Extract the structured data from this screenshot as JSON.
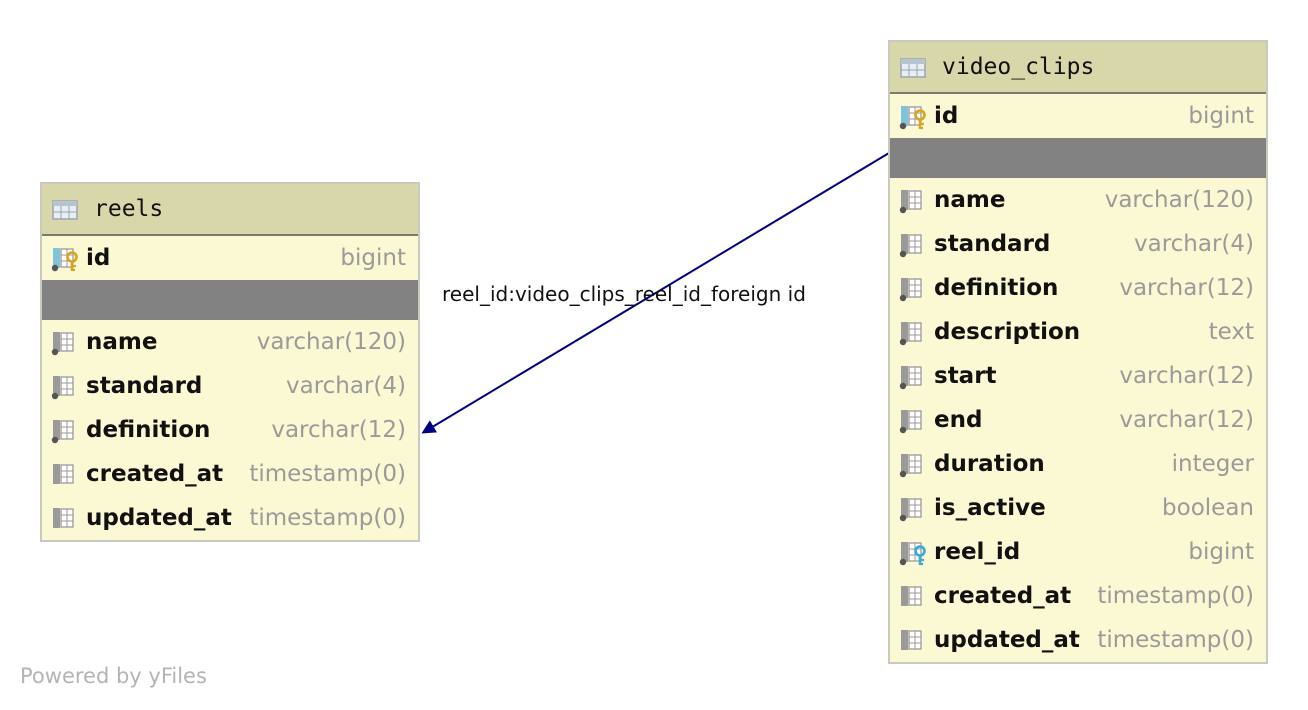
{
  "tables": {
    "reels": {
      "name": "reels",
      "key_columns": [
        {
          "name": "id",
          "type": "bigint",
          "icon": "primary-key-icon"
        }
      ],
      "columns": [
        {
          "name": "name",
          "type": "varchar(120)",
          "icon": "not-null-column-icon"
        },
        {
          "name": "standard",
          "type": "varchar(4)",
          "icon": "not-null-column-icon"
        },
        {
          "name": "definition",
          "type": "varchar(12)",
          "icon": "not-null-column-icon"
        },
        {
          "name": "created_at",
          "type": "timestamp(0)",
          "icon": "column-icon"
        },
        {
          "name": "updated_at",
          "type": "timestamp(0)",
          "icon": "column-icon"
        }
      ]
    },
    "video_clips": {
      "name": "video_clips",
      "key_columns": [
        {
          "name": "id",
          "type": "bigint",
          "icon": "primary-key-icon"
        }
      ],
      "columns": [
        {
          "name": "name",
          "type": "varchar(120)",
          "icon": "not-null-column-icon"
        },
        {
          "name": "standard",
          "type": "varchar(4)",
          "icon": "not-null-column-icon"
        },
        {
          "name": "definition",
          "type": "varchar(12)",
          "icon": "not-null-column-icon"
        },
        {
          "name": "description",
          "type": "text",
          "icon": "not-null-column-icon"
        },
        {
          "name": "start",
          "type": "varchar(12)",
          "icon": "not-null-column-icon"
        },
        {
          "name": "end",
          "type": "varchar(12)",
          "icon": "not-null-column-icon"
        },
        {
          "name": "duration",
          "type": "integer",
          "icon": "not-null-column-icon"
        },
        {
          "name": "is_active",
          "type": "boolean",
          "icon": "not-null-column-icon"
        },
        {
          "name": "reel_id",
          "type": "bigint",
          "icon": "foreign-key-icon"
        },
        {
          "name": "created_at",
          "type": "timestamp(0)",
          "icon": "column-icon"
        },
        {
          "name": "updated_at",
          "type": "timestamp(0)",
          "icon": "column-icon"
        }
      ]
    }
  },
  "relationship": {
    "label": "reel_id:video_clips_reel_id_foreign id",
    "from": "video_clips",
    "to": "reels",
    "color": "#000080"
  },
  "colors": {
    "table_body": "#fbf9d3",
    "table_header": "#d7d7aa",
    "separator": "#828282",
    "type_text": "#9a9a9a",
    "primary_key": "#d9a520",
    "foreign_key": "#3aa8d8"
  },
  "footer": {
    "text": "Powered by yFiles"
  }
}
